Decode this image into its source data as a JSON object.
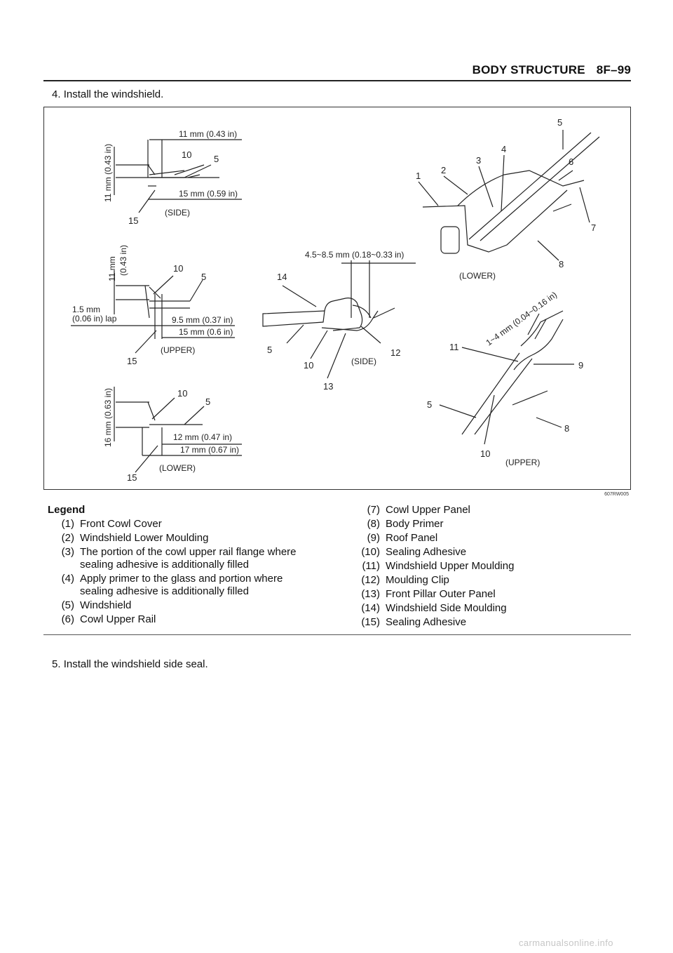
{
  "header": {
    "section": "BODY STRUCTURE",
    "page": "8F–99"
  },
  "steps": [
    {
      "num": "4.",
      "text": "Install the windshield."
    },
    {
      "num": "5.",
      "text": "Install the windshield side seal."
    }
  ],
  "figure": {
    "id": "607RW005",
    "dims": {
      "d_11mm_043": "11 mm (0.43 in)",
      "d_15mm_059": "15 mm (0.59 in)",
      "d_11mm": "11 mm",
      "d_043in": "(0.43 in)",
      "d_15mm_lap": "1.5 mm",
      "d_006in_lap": "(0.06 in) lap",
      "d_95mm": "9.5 mm (0.37 in)",
      "d_15mm_06": "15 mm (0.6 in)",
      "d_16mm": "16 mm (0.63 in)",
      "d_12mm": "12 mm (0.47 in)",
      "d_17mm": "17 mm (0.67 in)",
      "d_45mm": "4.5~8.5 mm (0.18~0.33 in)",
      "d_14mm": "1~4 mm (0.04~0.16 in)"
    },
    "views": {
      "side": "(SIDE)",
      "upper": "(UPPER)",
      "lower": "(LOWER)"
    },
    "callouts": [
      "1",
      "2",
      "3",
      "4",
      "5",
      "6",
      "7",
      "8",
      "9",
      "10",
      "11",
      "12",
      "13",
      "14",
      "15"
    ]
  },
  "legend": {
    "title": "Legend",
    "left": [
      {
        "num": "(1)",
        "text": "Front Cowl Cover"
      },
      {
        "num": "(2)",
        "text": "Windshield Lower Moulding"
      },
      {
        "num": "(3)",
        "text": "The portion of the cowl upper rail flange where sealing adhesive is additionally filled"
      },
      {
        "num": "(4)",
        "text": "Apply primer to the glass and portion where sealing adhesive is additionally filled"
      },
      {
        "num": "(5)",
        "text": "Windshield"
      },
      {
        "num": "(6)",
        "text": "Cowl Upper Rail"
      }
    ],
    "right": [
      {
        "num": "(7)",
        "text": "Cowl Upper Panel"
      },
      {
        "num": "(8)",
        "text": "Body Primer"
      },
      {
        "num": "(9)",
        "text": "Roof Panel"
      },
      {
        "num": "(10)",
        "text": "Sealing Adhesive"
      },
      {
        "num": "(11)",
        "text": "Windshield Upper Moulding"
      },
      {
        "num": "(12)",
        "text": "Moulding Clip"
      },
      {
        "num": "(13)",
        "text": "Front Pillar Outer Panel"
      },
      {
        "num": "(14)",
        "text": "Windshield Side Moulding"
      },
      {
        "num": "(15)",
        "text": "Sealing Adhesive"
      }
    ]
  },
  "watermark": "carmanualsonline.info"
}
